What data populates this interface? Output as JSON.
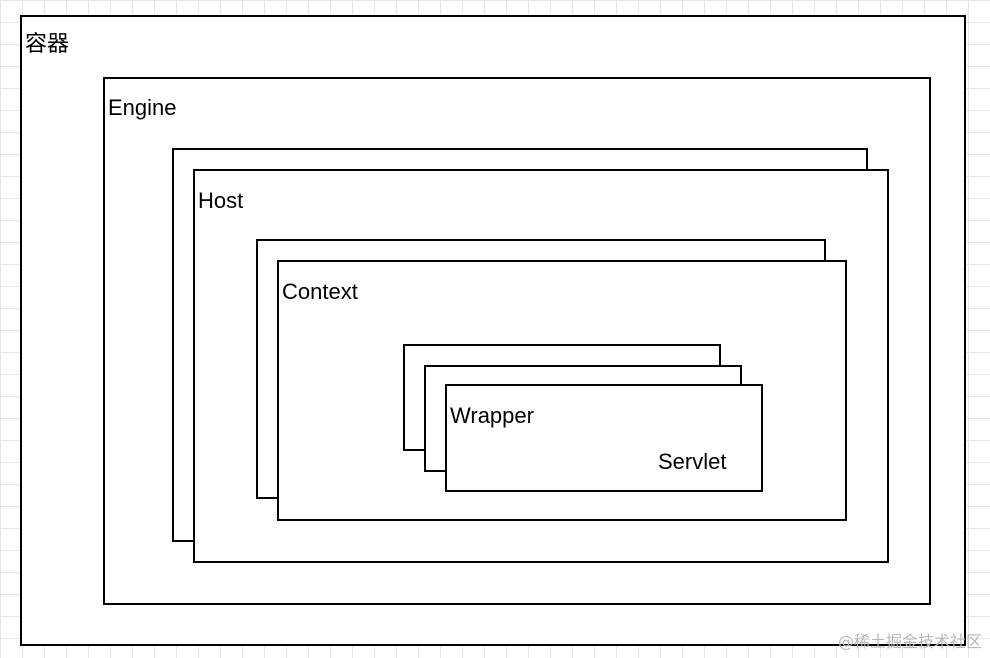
{
  "diagram": {
    "container_label": "容器",
    "engine_label": "Engine",
    "host_label": "Host",
    "context_label": "Context",
    "wrapper_label": "Wrapper",
    "servlet_label": "Servlet"
  },
  "watermark": "@稀土掘金技术社区",
  "colors": {
    "border": "#000000",
    "background": "#ffffff",
    "grid": "#e6e6e6"
  }
}
